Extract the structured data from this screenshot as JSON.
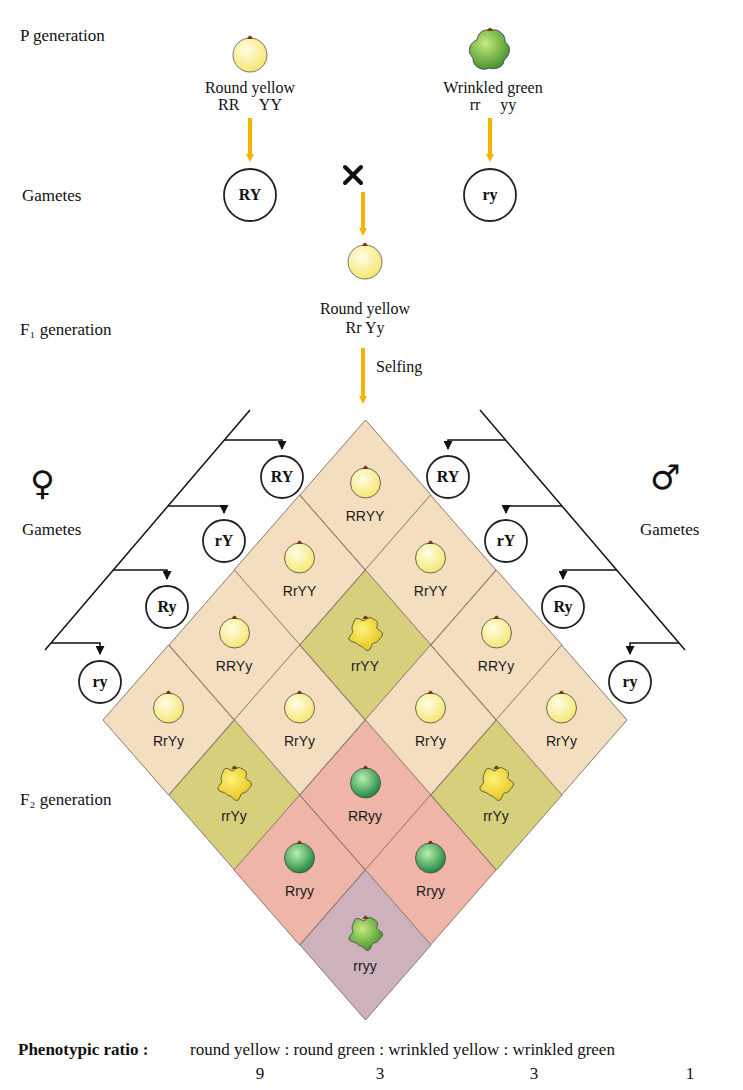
{
  "diagram": {
    "nodes": [
      {
        "text": [
          "RY"
        ]
      },
      {
        "text": [
          "ry"
        ]
      },
      {
        "text": [
          "RY"
        ]
      },
      {
        "text": [
          "rY"
        ]
      },
      {
        "text": [
          "Ry"
        ]
      },
      {
        "text": [
          "ry"
        ]
      },
      {
        "text": [
          "RY"
        ]
      },
      {
        "text": [
          "rY"
        ]
      },
      {
        "text": [
          "Ry"
        ]
      },
      {
        "text": [
          "ry"
        ]
      },
      {
        "text": [
          "RRYY"
        ]
      },
      {
        "text": [
          "RrYY"
        ]
      },
      {
        "text": [
          "RrYY"
        ]
      },
      {
        "text": [
          "RRYy"
        ]
      },
      {
        "text": [
          "rrYY"
        ]
      },
      {
        "text": [
          "RRYy"
        ]
      },
      {
        "text": [
          "RrYy"
        ]
      },
      {
        "text": [
          "RrYy"
        ]
      },
      {
        "text": [
          "RrYy"
        ]
      },
      {
        "text": [
          "RrYy"
        ]
      },
      {
        "text": [
          "rrYy"
        ]
      },
      {
        "text": [
          "RRyy"
        ]
      },
      {
        "text": [
          "rrYy"
        ]
      },
      {
        "text": [
          "Rryy"
        ]
      },
      {
        "text": [
          "Rryy"
        ]
      },
      {
        "text": [
          "rryy"
        ]
      }
    ],
    "labels": [
      "P generation",
      "Round yellow",
      "RR YY",
      "Wrinkled green",
      "rr yy",
      "Gametes",
      "Round yellow",
      "Rr Yy",
      "F₁ generation",
      "Selfing",
      "♀",
      "Gametes",
      "♂",
      "Gametes",
      "F₂ generation",
      "Phenotypic ratio :",
      "round yellow : round green : wrinkled yellow : wrinkled green",
      "9",
      "3",
      "3",
      "1"
    ]
  }
}
